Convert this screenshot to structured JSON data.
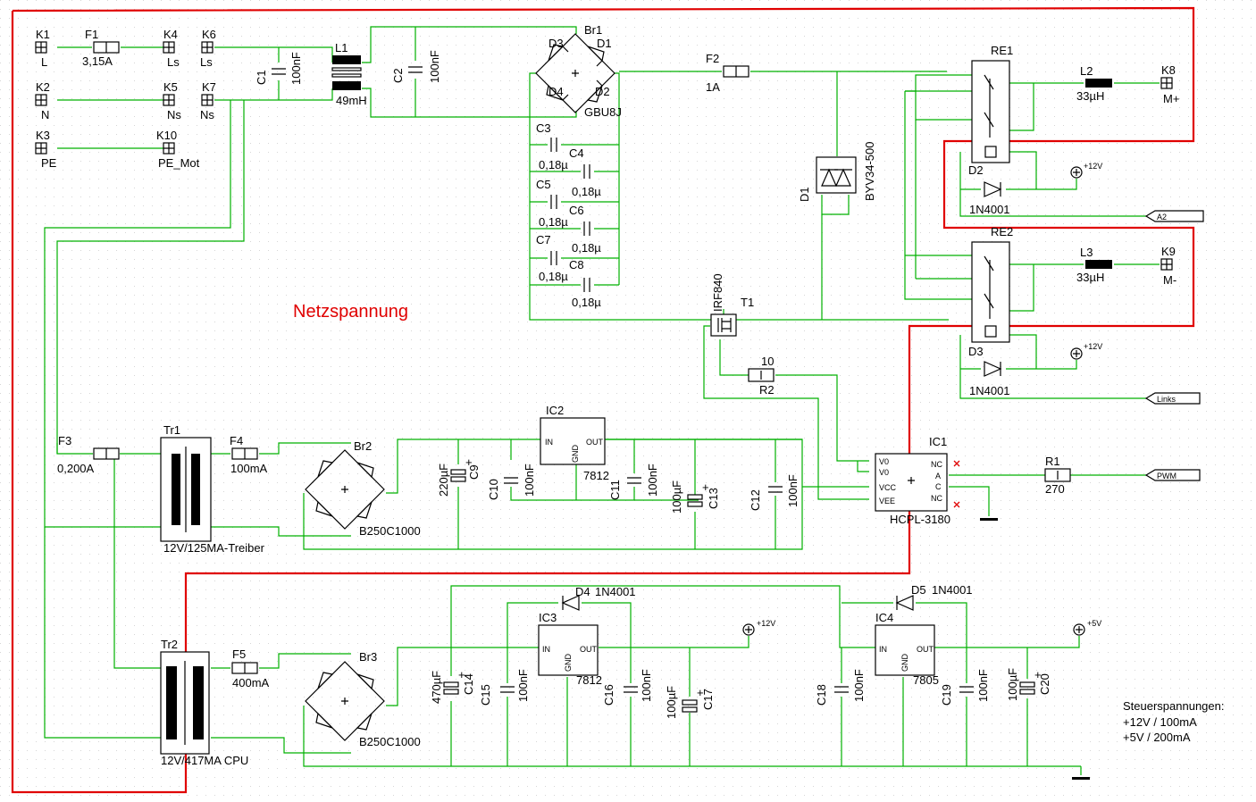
{
  "title_annotation": "Netzspannung",
  "notes": {
    "line1": "Steuerspannungen:",
    "line2": "+12V / 100mA",
    "line3": "+5V / 200mA"
  },
  "terminals": {
    "K1": {
      "ref": "K1",
      "label": "L"
    },
    "K2": {
      "ref": "K2",
      "label": "N"
    },
    "K3": {
      "ref": "K3",
      "label": "PE"
    },
    "K4": {
      "ref": "K4",
      "label": "Ls"
    },
    "K5": {
      "ref": "K5",
      "label": "Ns"
    },
    "K6": {
      "ref": "K6",
      "label": "Ls"
    },
    "K7": {
      "ref": "K7",
      "label": "Ns"
    },
    "K10": {
      "ref": "K10",
      "label": "PE_Mot"
    },
    "K8": {
      "ref": "K8",
      "label": "M+"
    },
    "K9": {
      "ref": "K9",
      "label": "M-"
    }
  },
  "fuses": {
    "F1": {
      "ref": "F1",
      "value": "3,15A"
    },
    "F2": {
      "ref": "F2",
      "value": "1A"
    },
    "F3": {
      "ref": "F3",
      "value": "0,200A"
    },
    "F4": {
      "ref": "F4",
      "value": "100mA"
    },
    "F5": {
      "ref": "F5",
      "value": "400mA"
    }
  },
  "capacitors": {
    "C1": {
      "ref": "C1",
      "value": "100nF"
    },
    "C2": {
      "ref": "C2",
      "value": "100nF"
    },
    "C3": {
      "ref": "C3",
      "value": "0,18µ"
    },
    "C4": {
      "ref": "C4",
      "value": "0,18µ"
    },
    "C5": {
      "ref": "C5",
      "value": "0,18µ"
    },
    "C6": {
      "ref": "C6",
      "value": "0,18µ"
    },
    "C7": {
      "ref": "C7",
      "value": "0,18µ"
    },
    "C8": {
      "ref": "C8",
      "value": "0,18µ"
    },
    "C9": {
      "ref": "C9",
      "value": "220µF"
    },
    "C10": {
      "ref": "C10",
      "value": "100nF"
    },
    "C11": {
      "ref": "C11",
      "value": "100nF"
    },
    "C12": {
      "ref": "C12",
      "value": "100nF"
    },
    "C13": {
      "ref": "C13",
      "value": "100µF"
    },
    "C14": {
      "ref": "C14",
      "value": "470µF"
    },
    "C15": {
      "ref": "C15",
      "value": "100nF"
    },
    "C16": {
      "ref": "C16",
      "value": "100nF"
    },
    "C17": {
      "ref": "C17",
      "value": "100µF"
    },
    "C18": {
      "ref": "C18",
      "value": "100nF"
    },
    "C19": {
      "ref": "C19",
      "value": "100nF"
    },
    "C20": {
      "ref": "C20",
      "value": "100µF"
    }
  },
  "inductors": {
    "L1": {
      "ref": "L1",
      "value": "49mH"
    },
    "L2": {
      "ref": "L2",
      "value": "33µH"
    },
    "L3": {
      "ref": "L3",
      "value": "33µH"
    }
  },
  "bridges": {
    "Br1": {
      "ref": "Br1",
      "value": "GBU8J",
      "d1": "D1",
      "d2": "D2",
      "d3": "D3",
      "d4": "D4"
    },
    "Br2": {
      "ref": "Br2",
      "value": "B250C1000"
    },
    "Br3": {
      "ref": "Br3",
      "value": "B250C1000"
    }
  },
  "diodes": {
    "D1": {
      "ref": "D1",
      "value": "BYV34-500"
    },
    "D2": {
      "ref": "D2",
      "value": "1N4001"
    },
    "D3": {
      "ref": "D3",
      "value": "1N4001"
    },
    "D4": {
      "ref": "D4",
      "value": "1N4001"
    },
    "D5": {
      "ref": "D5",
      "value": "1N4001"
    }
  },
  "relays": {
    "RE1": "RE1",
    "RE2": "RE2"
  },
  "transistor": {
    "ref": "T1",
    "value": "IRF840"
  },
  "resistors": {
    "R1": {
      "ref": "R1",
      "value": "270"
    },
    "R2": {
      "ref": "R2",
      "value": "10"
    }
  },
  "transformers": {
    "Tr1": {
      "ref": "Tr1",
      "value": "12V/125MA-Treiber"
    },
    "Tr2": {
      "ref": "Tr2",
      "value": "12V/417MA CPU"
    }
  },
  "ics": {
    "IC1": {
      "ref": "IC1",
      "value": "HCPL-3180",
      "pins": [
        "V0",
        "V0",
        "VCC",
        "VEE",
        "NC",
        "A",
        "C",
        "NC"
      ]
    },
    "IC2": {
      "ref": "IC2",
      "value": "7812",
      "in": "IN",
      "out": "OUT",
      "gnd": "GND"
    },
    "IC3": {
      "ref": "IC3",
      "value": "7812",
      "in": "IN",
      "out": "OUT",
      "gnd": "GND"
    },
    "IC4": {
      "ref": "IC4",
      "value": "7805",
      "in": "IN",
      "out": "OUT",
      "gnd": "GND"
    }
  },
  "supplies": {
    "v12_a": "+12V",
    "v12_b": "+12V",
    "v12_c": "+12V",
    "v5": "+5V"
  },
  "signals": {
    "a2": "A2",
    "links": "Links",
    "pwm": "PWM"
  }
}
